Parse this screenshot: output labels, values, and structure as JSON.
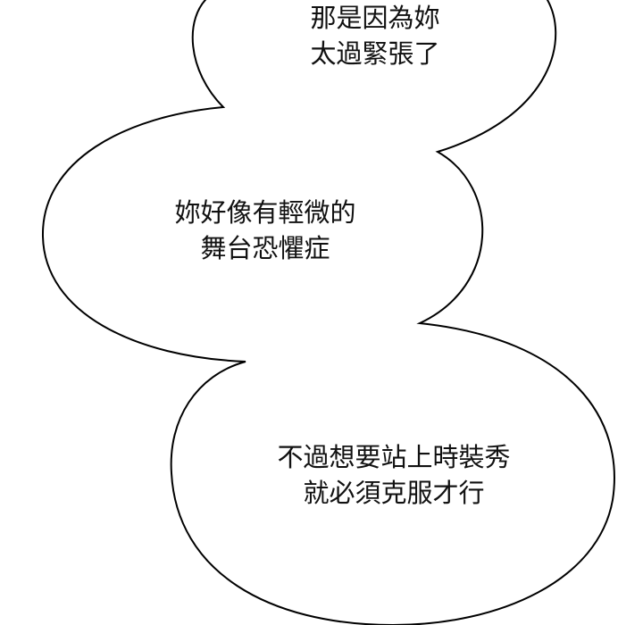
{
  "bubbles": [
    {
      "lines": [
        "那是因為妳",
        "太過緊張了"
      ]
    },
    {
      "lines": [
        "妳好像有輕微的",
        "舞台恐懼症"
      ]
    },
    {
      "lines": [
        "不過想要站上時裝秀",
        "就必須克服才行"
      ]
    }
  ],
  "colors": {
    "background": "#ffffff",
    "outline": "#000000",
    "text": "#111111"
  }
}
